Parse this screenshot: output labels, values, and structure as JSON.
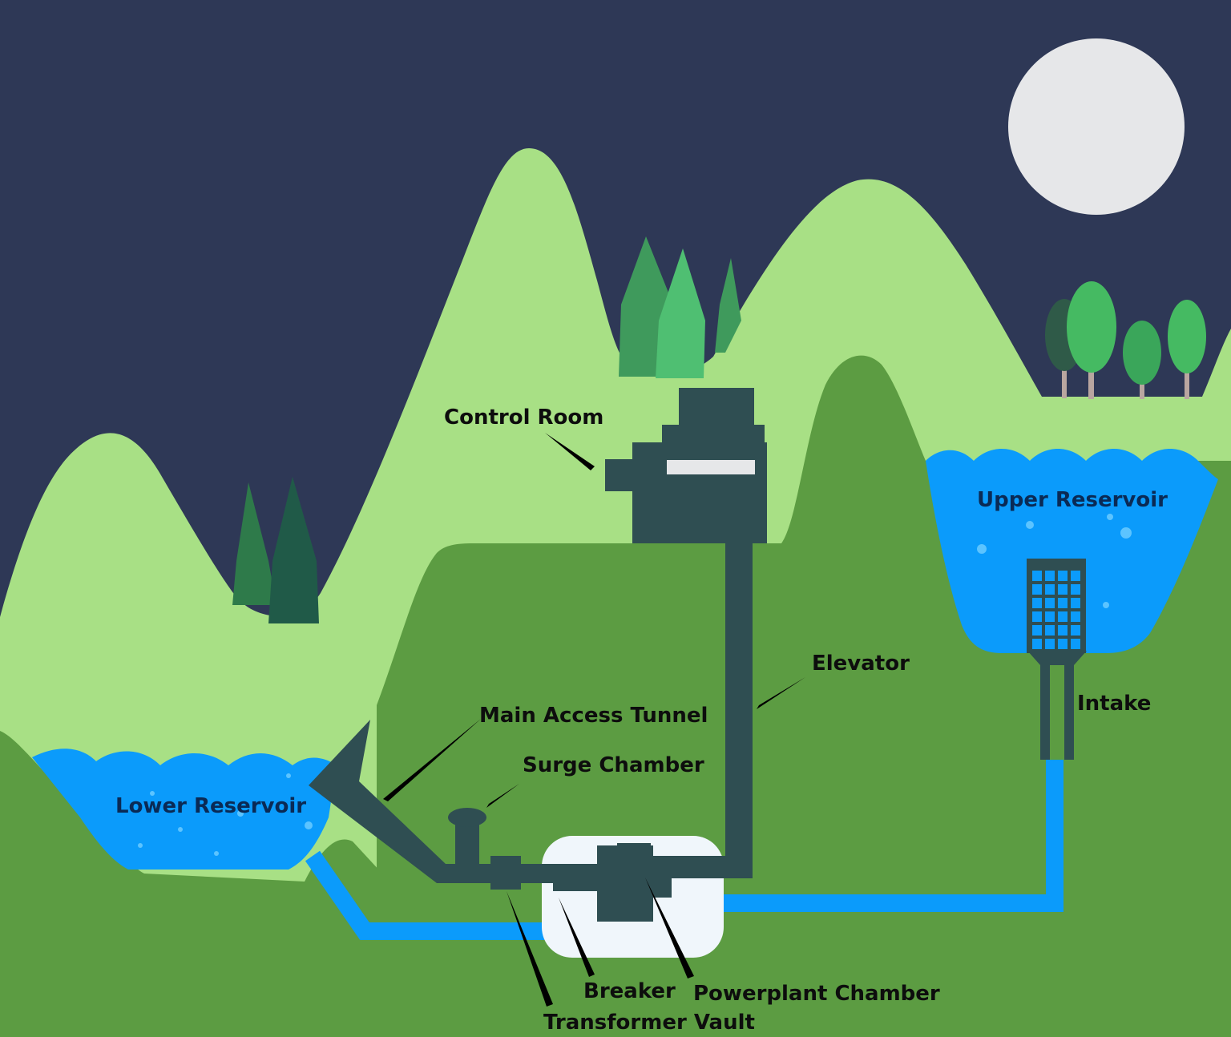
{
  "colors": {
    "sky": "#2E3856",
    "moon": "#E6E7E9",
    "light_hill": "#A8E085",
    "dark_hill": "#5C9C42",
    "water": "#0B9BFB",
    "structure": "#2F4E52",
    "chamber_bg": "#F0F6FB",
    "leader": "#000000",
    "tree_dark": "#2E7A4A",
    "tree_mid": "#3F9A5C",
    "tree_light": "#4FBF72",
    "trunk": "#B9A6A0"
  },
  "labels": {
    "control_room": "Control Room",
    "upper_reservoir": "Upper Reservoir",
    "elevator": "Elevator",
    "intake": "Intake",
    "main_access_tunnel": "Main Access Tunnel",
    "surge_chamber": "Surge Chamber",
    "lower_reservoir": "Lower Reservoir",
    "breaker": "Breaker",
    "powerplant_chamber": "Powerplant Chamber",
    "transformer_vault": "Transformer Vault"
  }
}
